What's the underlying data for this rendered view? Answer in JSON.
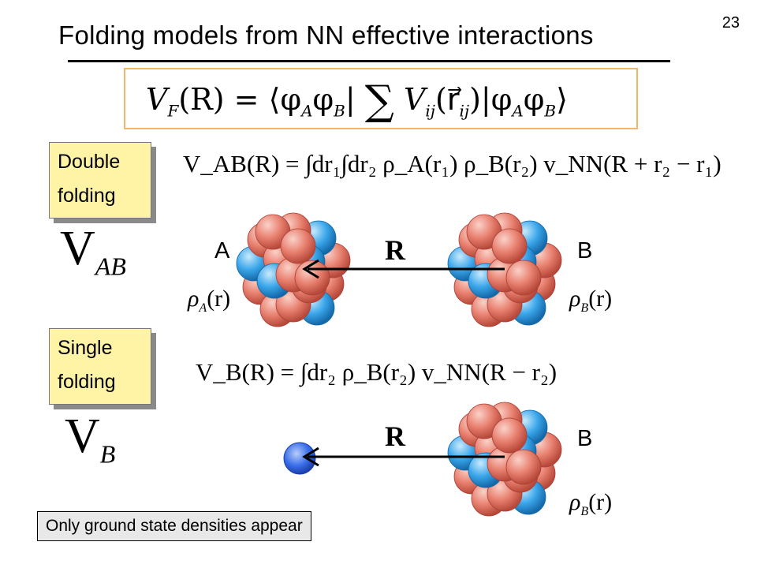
{
  "slide": {
    "number": "23",
    "title": "Folding models from NN effective interactions"
  },
  "top_formula": {
    "lhs": "V",
    "lhs_sub": "F",
    "lhs_arg": "(R) =",
    "bra": "⟨φ",
    "bra_sub_a": "A",
    "bra_mid": "φ",
    "bra_sub_b": "B",
    "bar": "|",
    "sum": "∑",
    "vij": "V",
    "vij_sub": "ij",
    "vij_arg": "(r⃗",
    "rij_sub": "ij",
    "close_paren": ")",
    "ket": "|φ",
    "ket_sub_a": "A",
    "ket_mid": "φ",
    "ket_sub_b": "B",
    "ket_end": "⟩"
  },
  "double_folding": {
    "callout_line1": "Double",
    "callout_line2": "folding",
    "symbol": "V",
    "symbol_sub": "AB",
    "equation": "V_AB(R) = ∫dr₁∫dr₂ ρ_A(r₁) ρ_B(r₂) v_NN(R + r₂ − r₁)",
    "label_a": "A",
    "label_b": "B",
    "label_r": "R",
    "rho_a": "ρ",
    "rho_a_sub": "A",
    "rho_a_arg": "(r)",
    "rho_b": "ρ",
    "rho_b_sub": "B",
    "rho_b_arg": "(r)"
  },
  "single_folding": {
    "callout_line1": "Single",
    "callout_line2": "folding",
    "symbol": "V",
    "symbol_sub": "B",
    "equation": "V_B(R) = ∫dr₂ ρ_B(r₂) v_NN(R − r₂)",
    "label_b": "B",
    "label_r": "R",
    "rho_b": "ρ",
    "rho_b_sub": "B",
    "rho_b_arg": "(r)"
  },
  "note": "Only ground state densities appear",
  "colors": {
    "proton": "#e8806f",
    "neutron": "#3aa6ea",
    "probe": "#3a6ee8",
    "callout_fill": "#fff3a6",
    "formula_border": "#f2b66a"
  }
}
